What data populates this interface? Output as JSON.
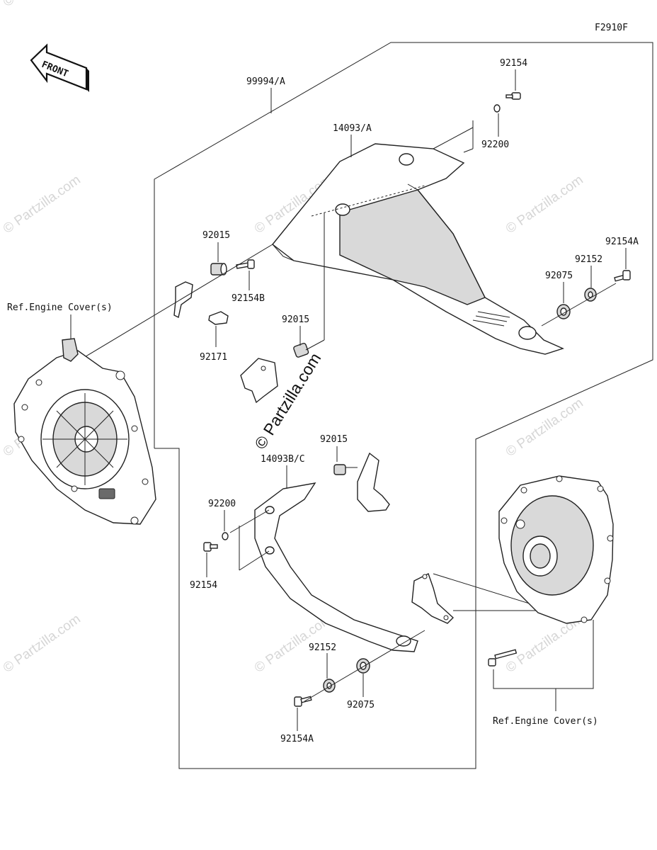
{
  "figure_code": "F2910F",
  "front_label": "FRONT",
  "watermark": "© Partzilla.com",
  "parts": {
    "kit": "99994/A",
    "shield_upper": "14093/A",
    "shield_lower": "14093B/C",
    "bolt_top": "92154",
    "washer_top": "92200",
    "collar_upper_a": "92015",
    "bolt_b": "92154B",
    "clip": "92171",
    "collar_upper_b": "92015",
    "bolt_a_right": "92154A",
    "washer_right": "92152",
    "grommet_right": "92075",
    "collar_lower": "92015",
    "washer_lower_left": "92200",
    "bolt_lower_left": "92154",
    "washer_lower": "92152",
    "grommet_lower": "92075",
    "bolt_a_lower": "92154A"
  },
  "refs": {
    "left": "Ref.Engine Cover(s)",
    "right": "Ref.Engine Cover(s)"
  }
}
